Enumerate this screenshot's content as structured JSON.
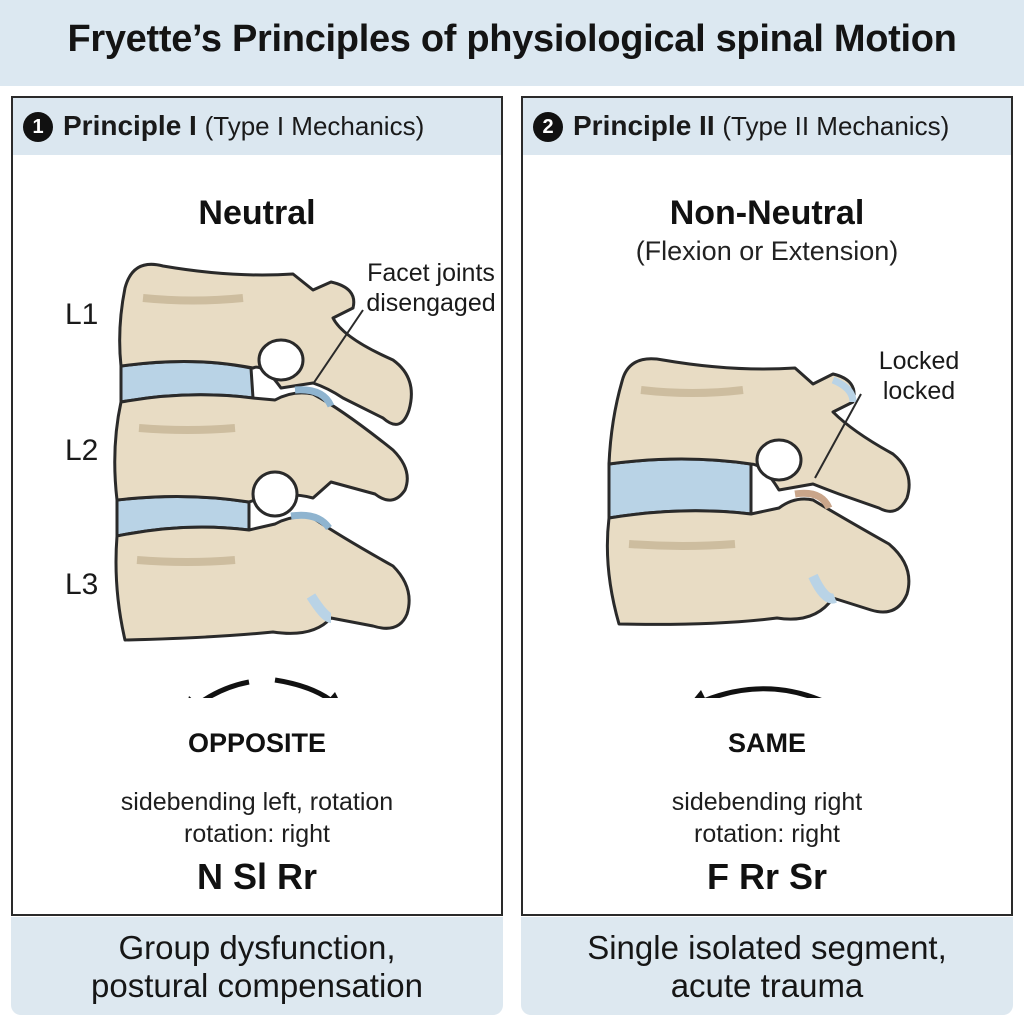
{
  "title": "Fryette’s Principles of physiological spinal Motion",
  "left": {
    "badge": "1",
    "principle": "Principle I",
    "mechanics": "(Type I Mechanics)",
    "mode": "Neutral",
    "levels": [
      "L1",
      "L2",
      "L3"
    ],
    "callout_line1": "Facet joints",
    "callout_line2": "disengaged",
    "relation": "OPPOSITE",
    "desc_line1": "sidebending left, rotation",
    "desc_line2": "rotation: right",
    "code": "N Sl Rr",
    "footer_line1": "Group dysfunction,",
    "footer_line2": "postural compensation"
  },
  "right": {
    "badge": "2",
    "principle": "Principle II",
    "mechanics": "(Type II Mechanics)",
    "mode": "Non-Neutral",
    "mode_sub": "(Flexion or Extension)",
    "callout_line1": "Locked",
    "callout_line2": "locked",
    "relation": "SAME",
    "desc_line1": "sidebending right",
    "desc_line2": "rotation: right",
    "code": "F Rr Sr",
    "footer_line1": "Single isolated segment,",
    "footer_line2": "acute trauma"
  },
  "colors": {
    "header_bg": "#dce8f1",
    "bone": "#e8dcc4",
    "bone_shadow": "#cdbd9f",
    "disc": "#b9d3e6",
    "outline": "#2a2a2a"
  }
}
